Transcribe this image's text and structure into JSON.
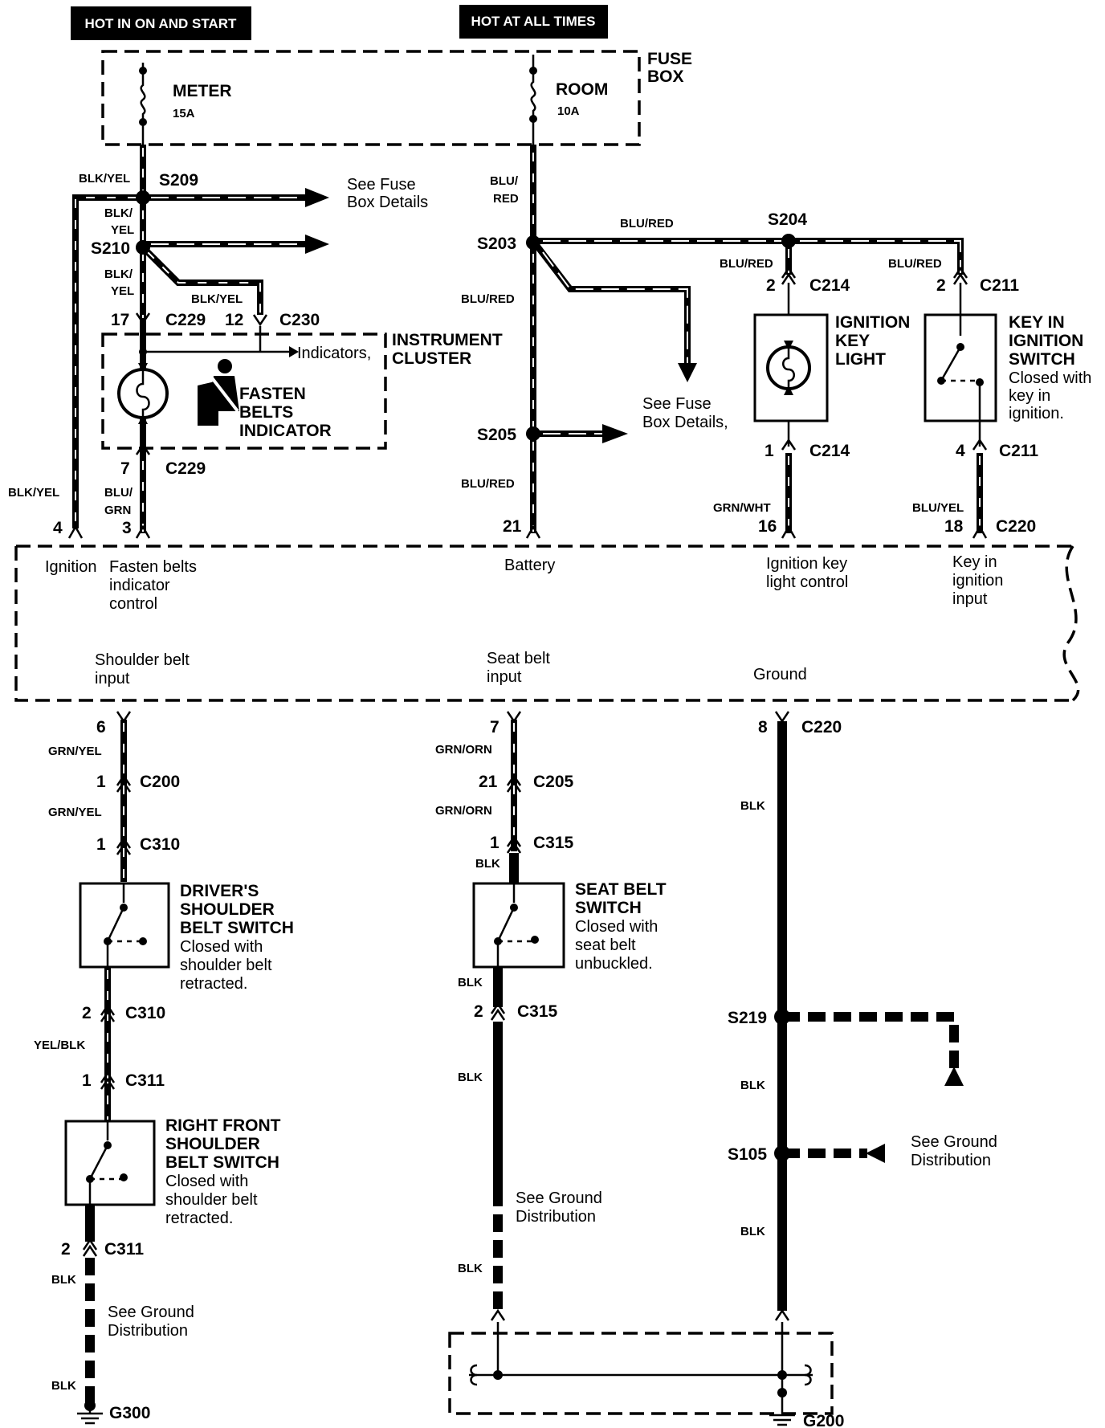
{
  "headers": {
    "left": "HOT IN ON AND START",
    "right": "HOT AT ALL TIMES"
  },
  "fusebox": {
    "label": [
      "FUSE",
      "BOX"
    ],
    "meter": {
      "name": "METER",
      "rating": "15A"
    },
    "room": {
      "name": "ROOM",
      "rating": "10A"
    }
  },
  "splices": {
    "s209": "S209",
    "s210": "S210",
    "s203": "S203",
    "s204": "S204",
    "s205": "S205",
    "s219": "S219",
    "s105": "S105"
  },
  "wires": {
    "blk_yel": "BLK/YEL",
    "blk": "BLK/",
    "yel": "YEL",
    "blu": "BLU/",
    "red": "RED",
    "blu_red": "BLU/RED",
    "grn": "GRN",
    "grn_wht": "GRN/WHT",
    "blu_yel": "BLU/YEL",
    "grn_yel": "GRN/YEL",
    "grn_orn": "GRN/ORN",
    "yel_blk": "YEL/BLK",
    "blk_only": "BLK"
  },
  "connectors": {
    "c229": "C229",
    "c230": "C230",
    "c214": "C214",
    "c211": "C211",
    "c220": "C220",
    "c200": "C200",
    "c310": "C310",
    "c311": "C311",
    "c205": "C205",
    "c315": "C315"
  },
  "pins": {
    "p1": "1",
    "p2": "2",
    "p3": "3",
    "p4": "4",
    "p6": "6",
    "p7": "7",
    "p8": "8",
    "p12": "12",
    "p16": "16",
    "p17": "17",
    "p18": "18",
    "p21": "21"
  },
  "refs": {
    "see_fuse_1": [
      "See Fuse",
      "Box Details"
    ],
    "see_fuse_2": [
      "See Fuse",
      "Box Details,"
    ],
    "see_ground": [
      "See Ground",
      "Distribution"
    ],
    "indicators": "Indicators,"
  },
  "cluster": {
    "title": [
      "INSTRUMENT",
      "CLUSTER"
    ],
    "fasten": [
      "FASTEN",
      "BELTS",
      "INDICATOR"
    ]
  },
  "components": {
    "ign_light": [
      "IGNITION",
      "KEY",
      "LIGHT"
    ],
    "key_switch": [
      "KEY IN",
      "IGNITION",
      "SWITCH"
    ],
    "key_switch_note": [
      "Closed with",
      "key in",
      "ignition."
    ],
    "driver_switch": [
      "DRIVER'S",
      "SHOULDER",
      "BELT SWITCH"
    ],
    "driver_note": [
      "Closed with",
      "shoulder belt",
      "retracted."
    ],
    "seat_switch": [
      "SEAT BELT",
      "SWITCH"
    ],
    "seat_note": [
      "Closed with",
      "seat belt",
      "unbuckled."
    ],
    "rf_switch": [
      "RIGHT FRONT",
      "SHOULDER",
      "BELT SWITCH"
    ],
    "rf_note": [
      "Closed with",
      "shoulder belt",
      "retracted."
    ]
  },
  "unit_labels": {
    "ignition": "Ignition",
    "fasten_ctrl": [
      "Fasten belts",
      "indicator",
      "control"
    ],
    "battery": "Battery",
    "ign_key_ctrl": [
      "Ignition key",
      "light control"
    ],
    "key_in_input": [
      "Key in",
      "ignition",
      "input"
    ],
    "shoulder_input": [
      "Shoulder belt",
      "input"
    ],
    "seat_input": [
      "Seat belt",
      "input"
    ],
    "ground": "Ground"
  },
  "grounds": {
    "g300": "G300",
    "g200": "G200"
  }
}
